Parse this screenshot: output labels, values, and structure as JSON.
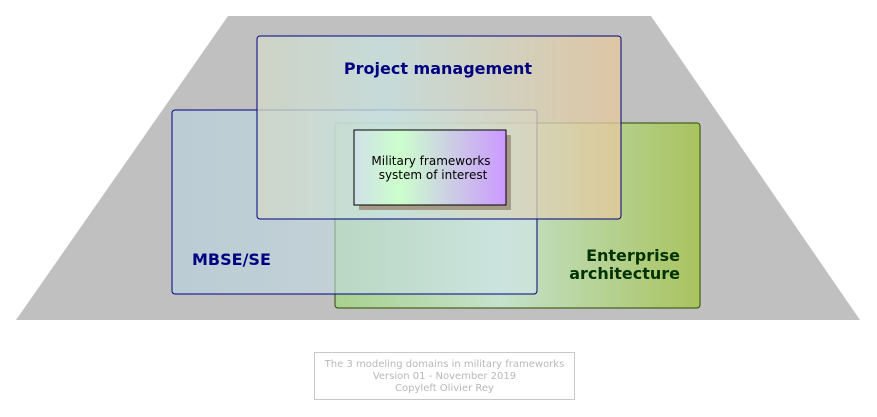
{
  "diagram": {
    "domains": [
      {
        "id": "project-management",
        "label": "Project management"
      },
      {
        "id": "mbse-se",
        "label": "MBSE/SE"
      },
      {
        "id": "enterprise-architecture",
        "label_line1": "Enterprise",
        "label_line2": "architecture"
      }
    ],
    "core": {
      "line1": "Military frameworks",
      "line2": "system of interest"
    }
  },
  "caption": {
    "line1": "The 3 modeling domains in military frameworks",
    "line2": "Version 01 - November 2019",
    "line3": "Copyleft Olivier Rey"
  },
  "colors": {
    "background_shape": "#c0c0c0",
    "domain_title": "#000080",
    "enterprise_title": "#003300",
    "caption_text": "#b8b8b8"
  }
}
